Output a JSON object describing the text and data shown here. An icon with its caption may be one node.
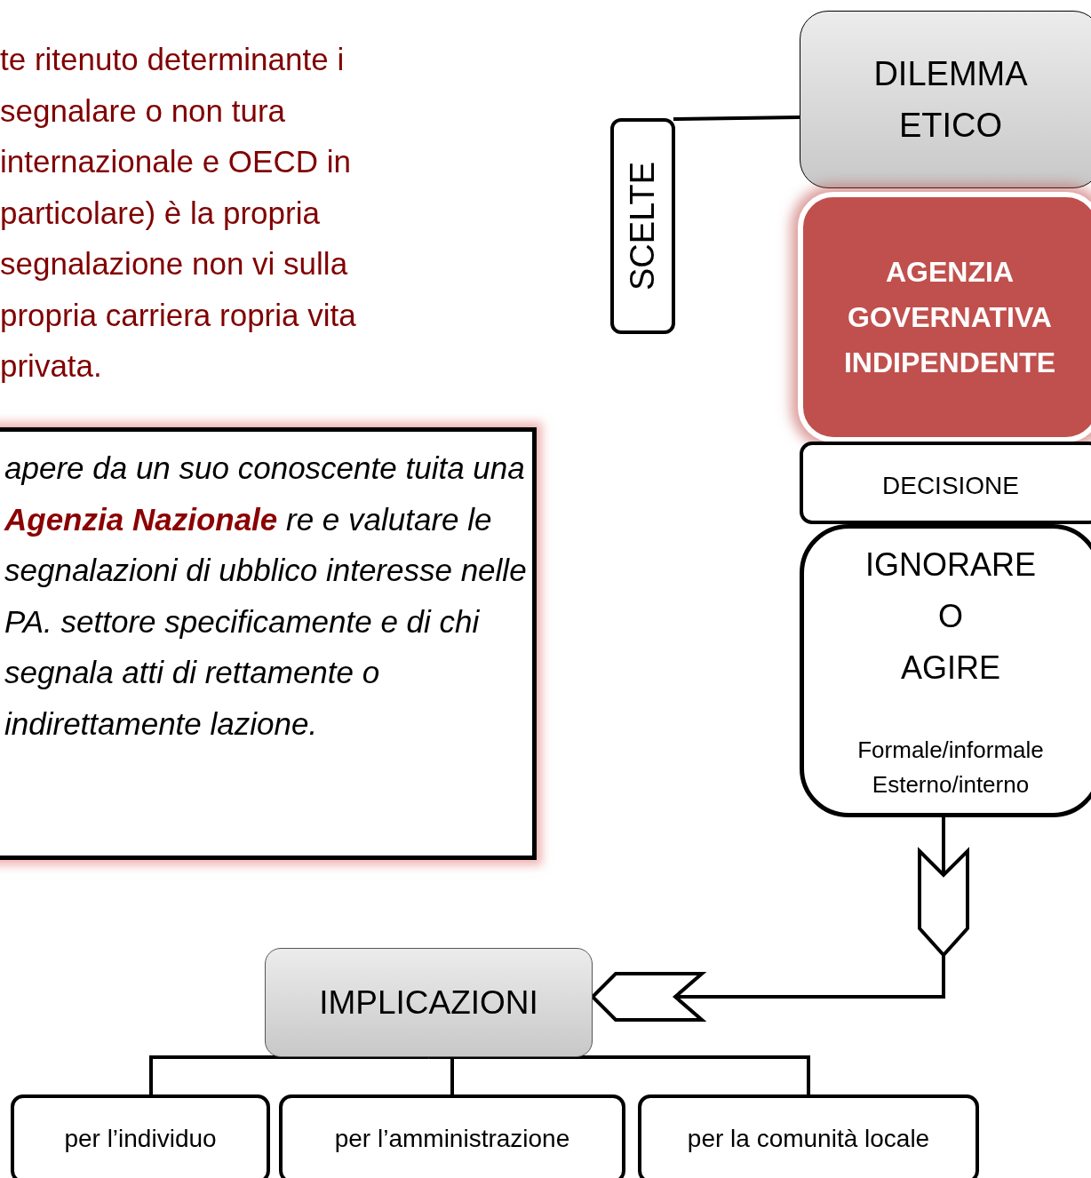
{
  "diagram": {
    "nodes": [
      {
        "text": [
          "SCELTE"
        ]
      },
      {
        "text": [
          "DILEMMA ETICO"
        ]
      },
      {
        "text": [
          "AGENZIA GOVERNATIVA INDIPENDENTE"
        ]
      },
      {
        "text": [
          "DECISIONE"
        ]
      },
      {
        "text": [
          "IGNORARE O AGIRE",
          "Formale/informale Esterno/interno"
        ]
      },
      {
        "text": [
          "apere da un suo conoscente tuita una **Agenzia Nazionale** re e valutare le segnalazioni di ubblico interesse nelle PA. settore specificamente e di chi segnala atti di rettamente o indirettamente lazione."
        ]
      },
      {
        "text": [
          "IMPLICAZIONI"
        ]
      },
      {
        "text": [
          "per l’individuo"
        ]
      },
      {
        "text": [
          "per l’amministrazione"
        ]
      },
      {
        "text": [
          "per la comunità locale"
        ]
      }
    ],
    "edges": [
      {
        "from": 0,
        "to": 1,
        "arrow": "none"
      },
      {
        "from": 4,
        "to": 6,
        "arrow": "to"
      },
      {
        "from": 6,
        "to": 7,
        "arrow": "none"
      },
      {
        "from": 6,
        "to": 8,
        "arrow": "none"
      },
      {
        "from": 6,
        "to": 9,
        "arrow": "none"
      }
    ],
    "labels": [
      "te ritenuto determinante i segnalare o non tura internazionale e OECD in particolare) è la propria segnalazione non vi sulla propria carriera ropria vita privata."
    ]
  }
}
